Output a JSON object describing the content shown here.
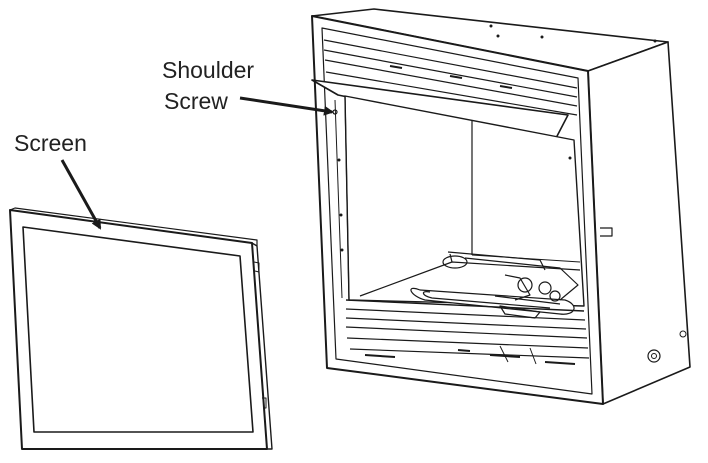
{
  "labels": {
    "shoulder_screw_line1": "Shoulder",
    "shoulder_screw_line2": "Screw",
    "screen": "Screen"
  },
  "colors": {
    "line": "#1a1a1a",
    "text": "#222222",
    "light_line": "#555555"
  }
}
